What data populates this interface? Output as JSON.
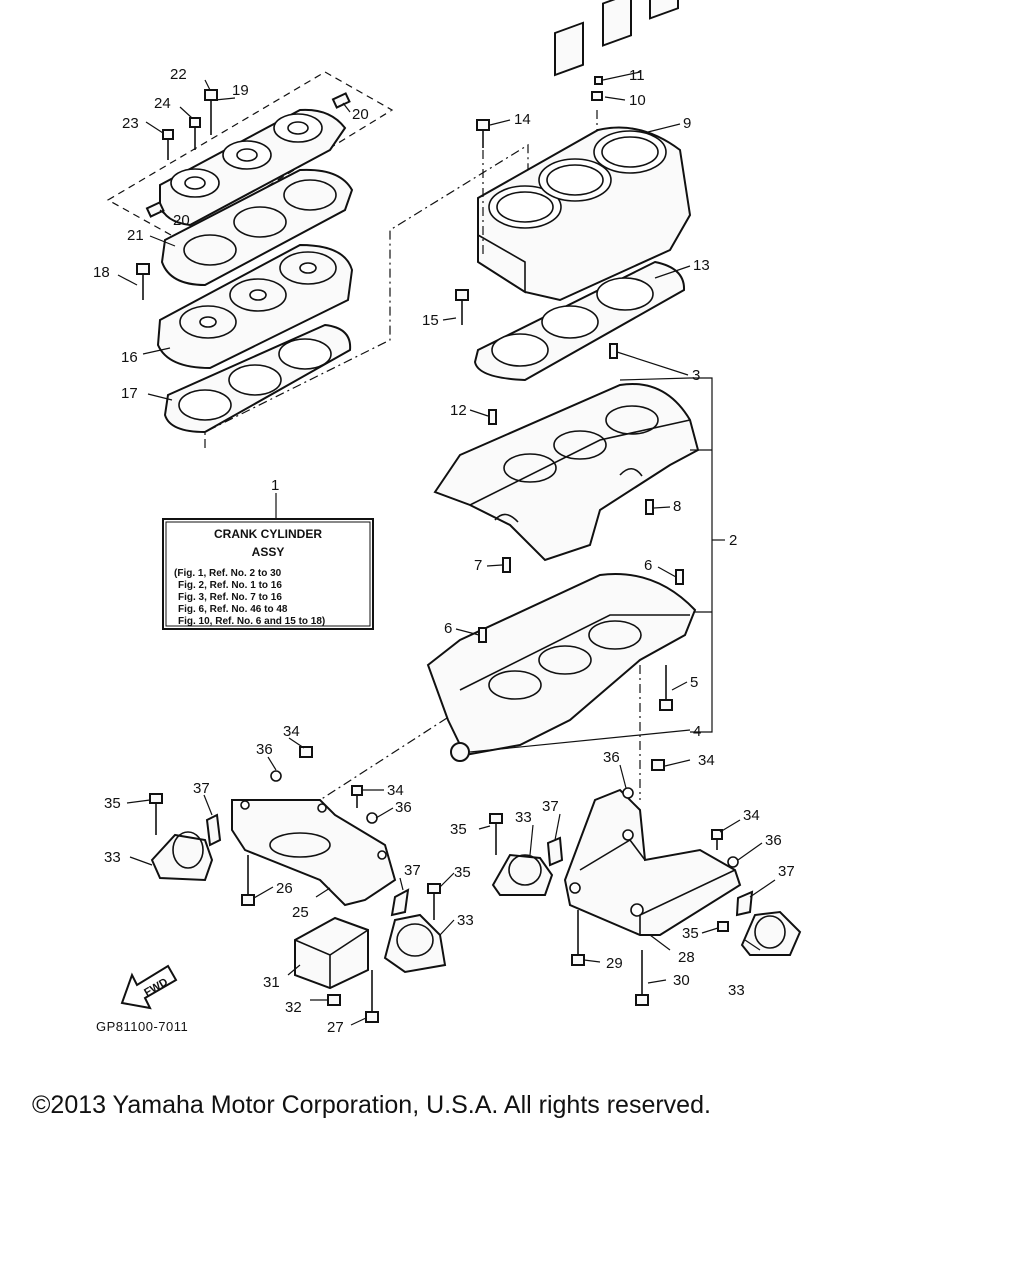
{
  "diagram": {
    "code": "GP81100-7011",
    "fwd_label": "FWD",
    "label_box": {
      "title_line1": "CRANK CYLINDER",
      "title_line2": "ASSY",
      "refs": [
        "(Fig. 1, Ref. No. 2 to 30",
        "Fig. 2, Ref. No. 1 to 16",
        "Fig. 3, Ref. No. 7 to 16",
        "Fig. 6, Ref. No. 46 to 48",
        "Fig. 10, Ref. No. 6 and 15 to 18)"
      ]
    },
    "callouts": {
      "c1": "1",
      "c2": "2",
      "c3": "3",
      "c4": "4",
      "c5": "5",
      "c6a": "6",
      "c6b": "6",
      "c7": "7",
      "c8": "8",
      "c9": "9",
      "c10": "10",
      "c11": "11",
      "c12": "12",
      "c13": "13",
      "c14": "14",
      "c15": "15",
      "c16": "16",
      "c17": "17",
      "c18": "18",
      "c19": "19",
      "c20a": "20",
      "c20b": "20",
      "c21": "21",
      "c22": "22",
      "c23": "23",
      "c24": "24",
      "c25": "25",
      "c26": "26",
      "c27": "27",
      "c28": "28",
      "c29": "29",
      "c30": "30",
      "c31": "31",
      "c32": "32",
      "c33a": "33",
      "c33b": "33",
      "c33c": "33",
      "c33d": "33",
      "c34a": "34",
      "c34b": "34",
      "c34c": "34",
      "c34d": "34",
      "c35a": "35",
      "c35b": "35",
      "c35c": "35",
      "c35d": "35",
      "c36a": "36",
      "c36b": "36",
      "c36c": "36",
      "c36d": "36",
      "c37a": "37",
      "c37b": "37",
      "c37c": "37",
      "c37d": "37"
    }
  },
  "footer": {
    "copyright": "©2013 Yamaha Motor Corporation, U.S.A. All rights reserved."
  }
}
